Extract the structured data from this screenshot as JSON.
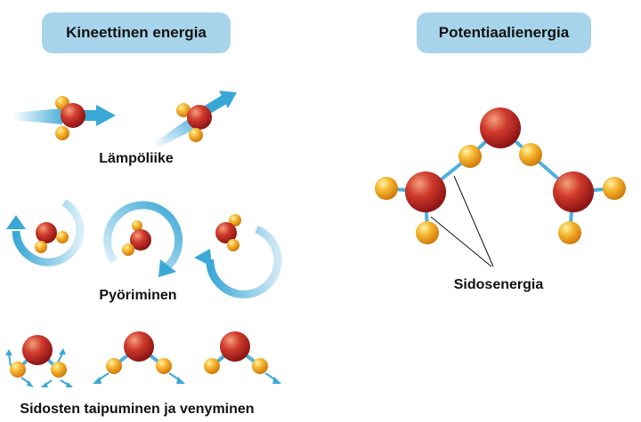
{
  "headers": {
    "kinetic": "Kineettinen energia",
    "potential": "Potentiaalienergia"
  },
  "captions": {
    "translation": "Lämpöliike",
    "rotation": "Pyöriminen",
    "vibration": "Sidosten taipuminen ja venyminen",
    "bond": "Sidosenergia"
  },
  "colors": {
    "header_fill": "#a7d4ea",
    "arrow": "#3aa8d6",
    "oxygen": "#c0282a",
    "hydrogen": "#f2a51f",
    "bond": "#4fb0dc"
  }
}
